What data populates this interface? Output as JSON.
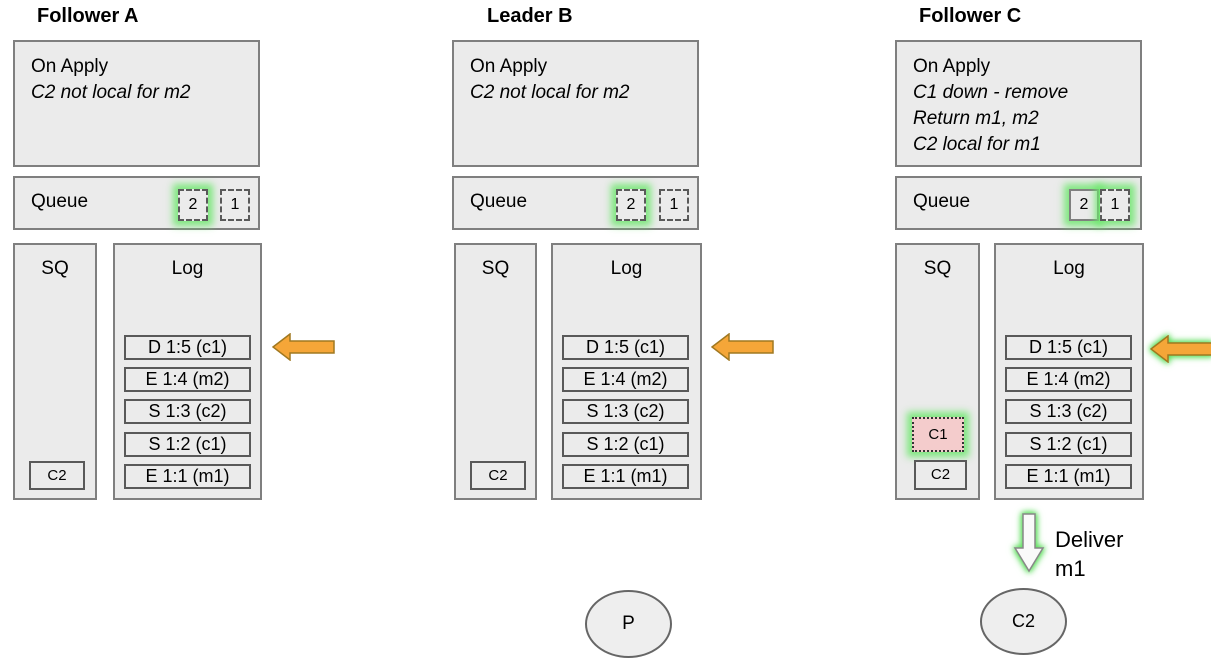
{
  "colors": {
    "panel_fill": "#ebebeb",
    "panel_border": "#7f7f7f",
    "entry_border": "#595959",
    "highlight_glow_green": "#6ce66c",
    "arrow_fill": "#f5a638",
    "arrow_border": "#a07820",
    "removed_item_pink": "#f4cccc",
    "actor_fill": "#eeeeee"
  },
  "nodes": [
    {
      "title": "Follower A",
      "on_apply": {
        "label": "On Apply",
        "lines": [
          "C2 not local for m2"
        ]
      },
      "queue": {
        "label": "Queue",
        "items": [
          {
            "value": "2",
            "border": "dashed",
            "highlighted": true
          },
          {
            "value": "1",
            "border": "dashed",
            "highlighted": false
          }
        ]
      },
      "sq": {
        "label": "SQ",
        "items": [
          {
            "value": "C2",
            "border": "solid",
            "highlighted": false
          }
        ]
      },
      "log": {
        "label": "Log",
        "entries": [
          "D 1:5 (c1)",
          "E 1:4 (m2)",
          "S 1:3 (c2)",
          "S 1:2 (c1)",
          "E 1:1 (m1)"
        ],
        "arrow_highlighted": false
      }
    },
    {
      "title": "Leader B",
      "on_apply": {
        "label": "On Apply",
        "lines": [
          "C2 not local for m2"
        ]
      },
      "queue": {
        "label": "Queue",
        "items": [
          {
            "value": "2",
            "border": "dashed",
            "highlighted": true
          },
          {
            "value": "1",
            "border": "dashed",
            "highlighted": false
          }
        ]
      },
      "sq": {
        "label": "SQ",
        "items": [
          {
            "value": "C2",
            "border": "solid",
            "highlighted": false
          }
        ]
      },
      "log": {
        "label": "Log",
        "entries": [
          "D 1:5 (c1)",
          "E 1:4 (m2)",
          "S 1:3 (c2)",
          "S 1:2 (c1)",
          "E 1:1 (m1)"
        ],
        "arrow_highlighted": false
      },
      "actor": {
        "label": "P"
      }
    },
    {
      "title": "Follower C",
      "on_apply": {
        "label": "On Apply",
        "lines": [
          "C1 down - remove",
          "Return m1, m2",
          "C2 local for m1"
        ]
      },
      "queue": {
        "label": "Queue",
        "items": [
          {
            "value": "2",
            "border": "solid",
            "highlighted": true
          },
          {
            "value": "1",
            "border": "dashed",
            "highlighted": true
          }
        ]
      },
      "sq": {
        "label": "SQ",
        "items": [
          {
            "value": "C1",
            "border": "dotted",
            "highlighted": true,
            "fill": "#f4cccc"
          },
          {
            "value": "C2",
            "border": "solid",
            "highlighted": false
          }
        ]
      },
      "log": {
        "label": "Log",
        "entries": [
          "D 1:5 (c1)",
          "E 1:4 (m2)",
          "S 1:3 (c2)",
          "S 1:2 (c1)",
          "E 1:1 (m1)"
        ],
        "arrow_highlighted": true
      },
      "deliver": {
        "line1": "Deliver",
        "line2": "m1"
      },
      "actor": {
        "label": "C2"
      }
    }
  ]
}
